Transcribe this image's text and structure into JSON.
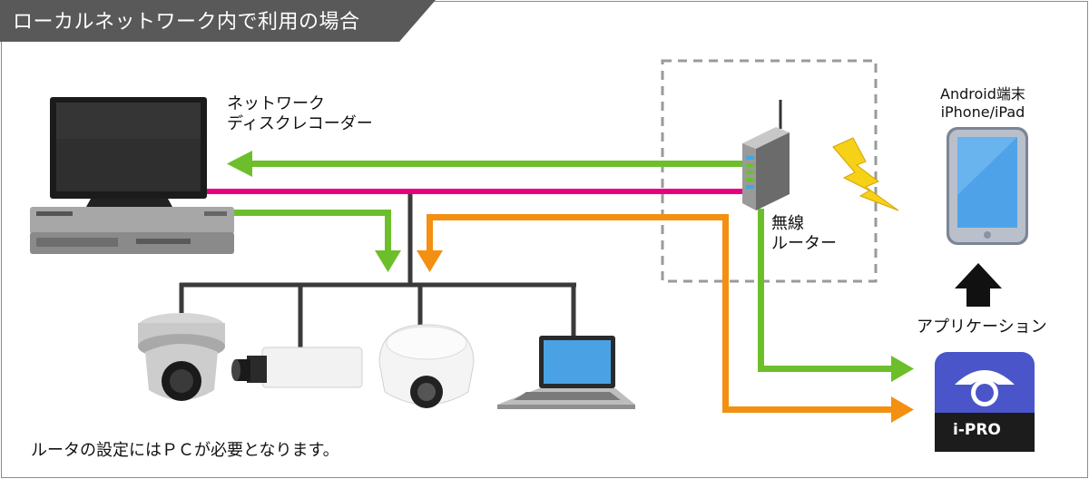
{
  "header": {
    "title": "ローカルネットワーク内で利用の場合"
  },
  "recorder": {
    "label_line1": "ネットワーク",
    "label_line2": "ディスクレコーダー"
  },
  "router": {
    "label_line1": "無線",
    "label_line2": "ルーター"
  },
  "mobile": {
    "label_line1": "Android端末",
    "label_line2": "iPhone/iPad"
  },
  "app": {
    "label": "アプリケーション",
    "logo_text": "i-PRO"
  },
  "note": {
    "text": "ルータの設定にはＰＣが必要となります。"
  },
  "colors": {
    "green_arrow": "#6cbf2a",
    "orange_arrow": "#f39011",
    "magenta_line": "#e6007e",
    "network_line": "#3a3a3a",
    "header_bg": "#595959",
    "app_bg": "#4a55c9",
    "lightning": "#f7d117"
  },
  "icons": [
    "recorder-icon",
    "monitor-icon",
    "router-icon",
    "ptz-camera-icon",
    "box-camera-icon",
    "fisheye-camera-icon",
    "laptop-icon",
    "tablet-icon",
    "lightning-icon",
    "up-arrow-icon",
    "app-icon"
  ]
}
